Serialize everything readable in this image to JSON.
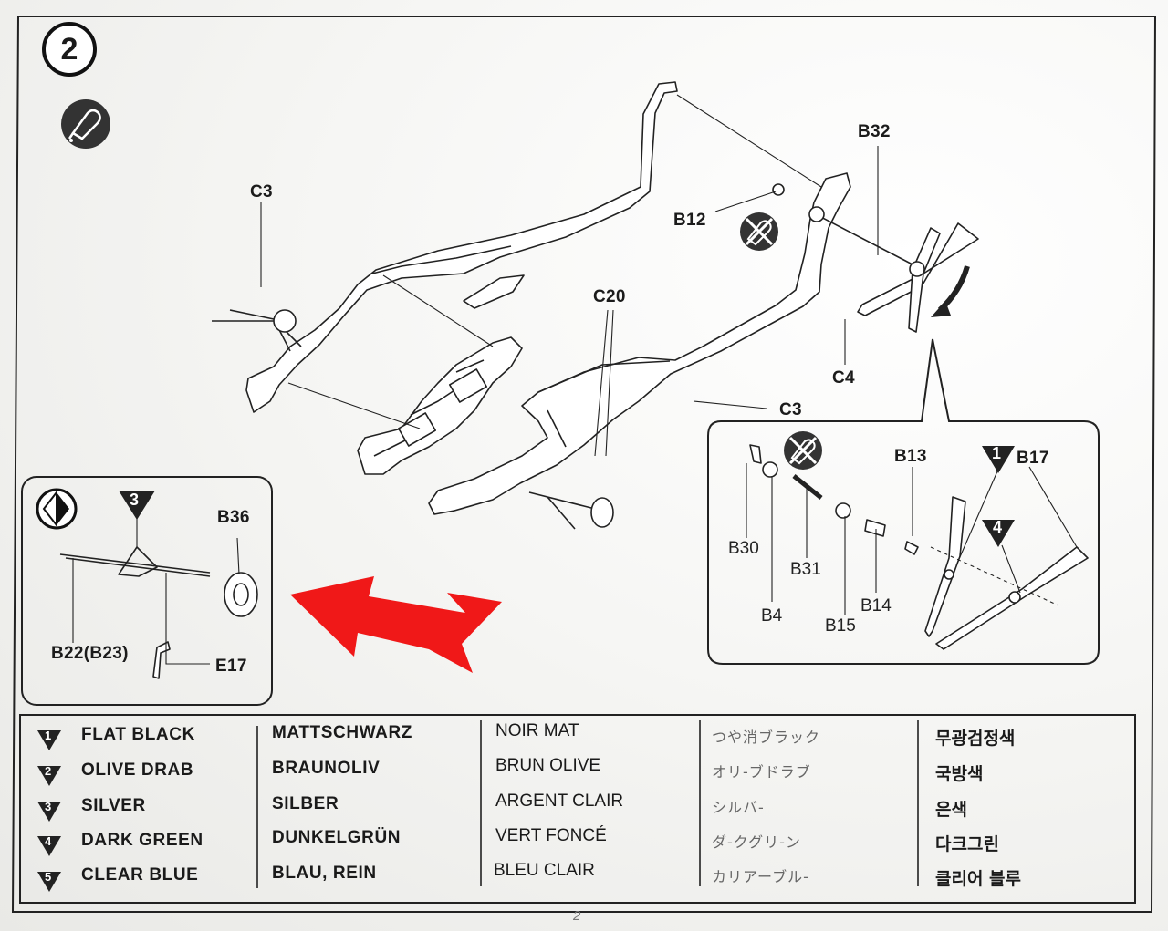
{
  "step_number": "2",
  "labels": {
    "c3_top": "C3",
    "b32": "B32",
    "b12": "B12",
    "c20": "C20",
    "c4": "C4",
    "c3_right": "C3",
    "b36": "B36",
    "b22": "B22(B23)",
    "e17": "E17",
    "b13": "B13",
    "b17": "B17",
    "b30": "B30",
    "b31": "B31",
    "b4": "B4",
    "b15": "B15",
    "b14": "B14"
  },
  "callouts": {
    "gear_color": "3",
    "rotor_color_1": "1",
    "rotor_color_2": "4"
  },
  "legend": [
    {
      "num": "1",
      "en": "FLAT BLACK",
      "de": "MATTSCHWARZ",
      "fr": "NOIR MAT",
      "jp": "つや消ブラック",
      "kr": "무광검정색"
    },
    {
      "num": "2",
      "en": "OLIVE DRAB",
      "de": "BRAUNOLIV",
      "fr": "BRUN OLIVE",
      "jp": "オリ-ブドラブ",
      "kr": "국방색"
    },
    {
      "num": "3",
      "en": "SILVER",
      "de": "SILBER",
      "fr": "ARGENT CLAIR",
      "jp": "シルバ-",
      "kr": "은색"
    },
    {
      "num": "4",
      "en": "DARK GREEN",
      "de": "DUNKELGRÜN",
      "fr": "VERT FONCÉ",
      "jp": "ダ-クグリ-ン",
      "kr": "다크그린"
    },
    {
      "num": "5",
      "en": "CLEAR BLUE",
      "de": "BLAU, REIN",
      "fr": "BLEU CLAIR",
      "jp": "カリアーブル-",
      "kr": "클리어 블루"
    }
  ],
  "page_number": "2",
  "colors": {
    "arrow": "#f01818",
    "ink": "#1a1a1a",
    "icon_bg": "#3a3a3a"
  },
  "icons": [
    "cement-tube-icon",
    "no-cement-icon",
    "bend-direction-icon",
    "decal-apply-icon"
  ]
}
